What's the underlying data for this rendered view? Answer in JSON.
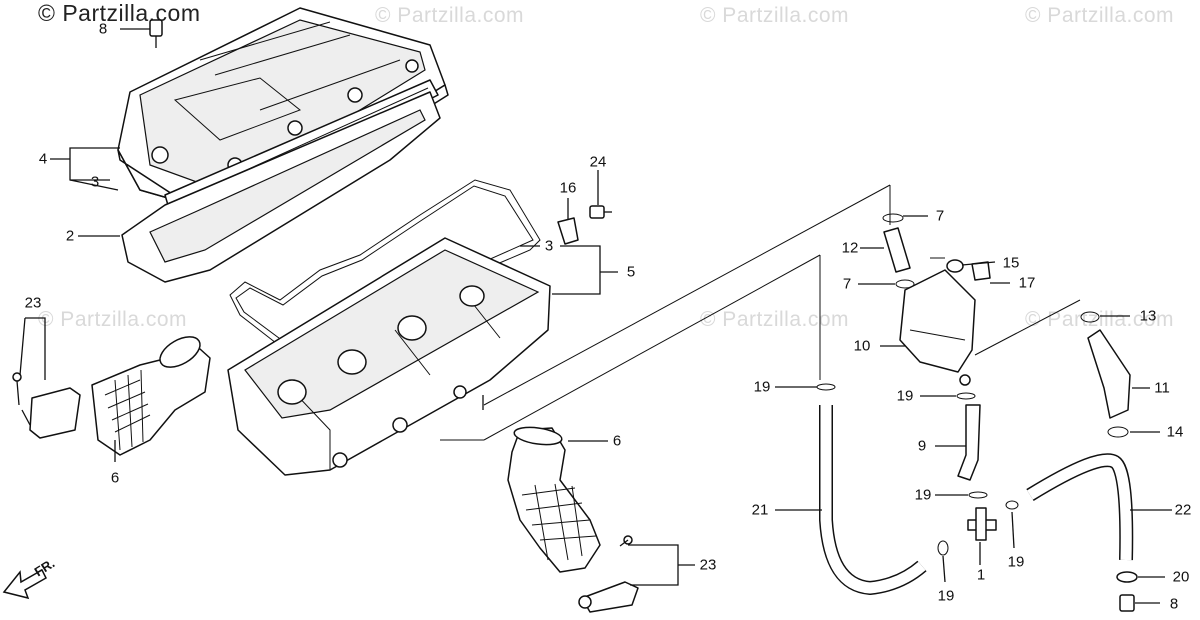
{
  "watermarks": {
    "primary": "© Partzilla.com",
    "repeat": "© Partzilla.com"
  },
  "direction_label": "FR.",
  "callouts": {
    "c1": "1",
    "c2": "2",
    "c3a": "3",
    "c3b": "3",
    "c4": "4",
    "c5": "5",
    "c6a": "6",
    "c6b": "6",
    "c7a": "7",
    "c7b": "7",
    "c8a": "8",
    "c8b": "8",
    "c9": "9",
    "c10": "10",
    "c11": "11",
    "c12": "12",
    "c13": "13",
    "c14": "14",
    "c15": "15",
    "c16": "16",
    "c17": "17",
    "c19a": "19",
    "c19b": "19",
    "c19c": "19",
    "c19d": "19",
    "c19e": "19",
    "c20": "20",
    "c21": "21",
    "c22": "22",
    "c23a": "23",
    "c23b": "23",
    "c24": "24"
  }
}
